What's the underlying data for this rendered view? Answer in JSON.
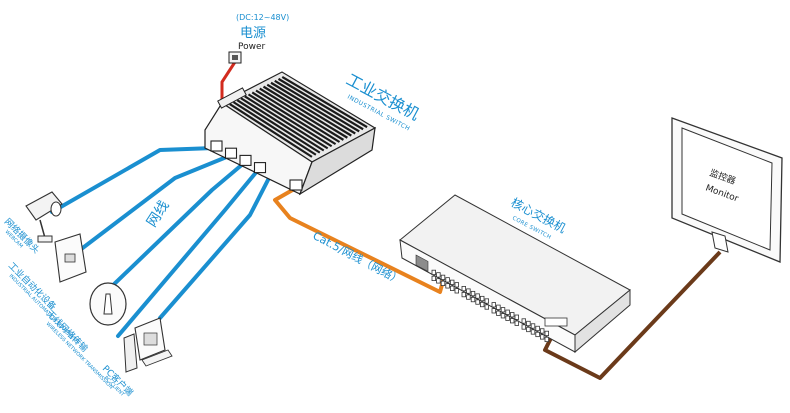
{
  "power": {
    "voltage": "(DC:12~48V)",
    "label_cn": "电源",
    "label_en": "Power"
  },
  "industrial_switch": {
    "label_cn": "工业交换机",
    "label_en": "INDUSTRIAL SWITCH"
  },
  "core_switch": {
    "label_cn": "核心交换机",
    "label_en": "CORE SWITCH"
  },
  "monitor": {
    "label_cn": "监控器",
    "label_en": "Monitor"
  },
  "cable_label": "网线",
  "uplink_label": "Cat.5/网线（网络）",
  "devices": [
    {
      "cn": "网络摄像头",
      "en": "WEBCAM"
    },
    {
      "cn": "工业自动化设备",
      "en": "INDUSTRIAL AUTOMATION EQUIPMENT"
    },
    {
      "cn": "无线网络传输",
      "en": "WIRELESS NETWORK TRANSMISSION"
    },
    {
      "cn": "PC客户端",
      "en": "PC-CLIENT"
    }
  ],
  "colors": {
    "blue_cable": "#1a8fd0",
    "orange_cable": "#e8821e",
    "brown_cable": "#6b3a1a",
    "power_cable": "#d22b1e"
  }
}
